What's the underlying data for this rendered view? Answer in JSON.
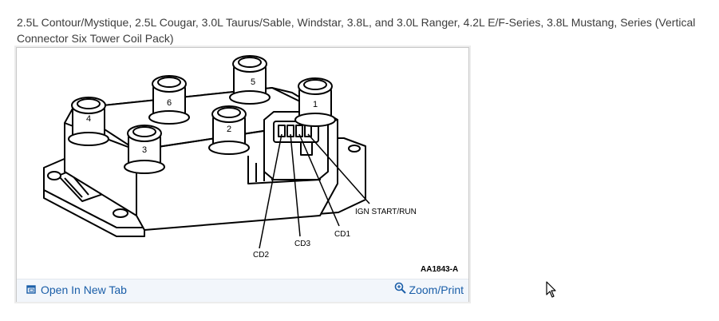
{
  "caption": "2.5L Contour/Mystique, 2.5L Cougar, 3.0L Taurus/Sable, Windstar, 3.8L, and 3.0L Ranger, 4.2L E/F-Series, 3.8L Mustang, Series (Vertical Connector Six Tower Coil Pack)",
  "diagram": {
    "towers": [
      "4",
      "6",
      "5",
      "1",
      "3",
      "2"
    ],
    "callouts": [
      "CD2",
      "CD3",
      "CD1",
      "IGN START/RUN"
    ],
    "figure_code": "AA1843-A"
  },
  "footer": {
    "open_tab_label": "Open In New Tab",
    "open_tab_icon": "open-in-new-tab-icon",
    "zoom_label": "Zoom/Print",
    "zoom_icon": "zoom-magnifier-icon",
    "link_color": "#1a5ea8"
  }
}
